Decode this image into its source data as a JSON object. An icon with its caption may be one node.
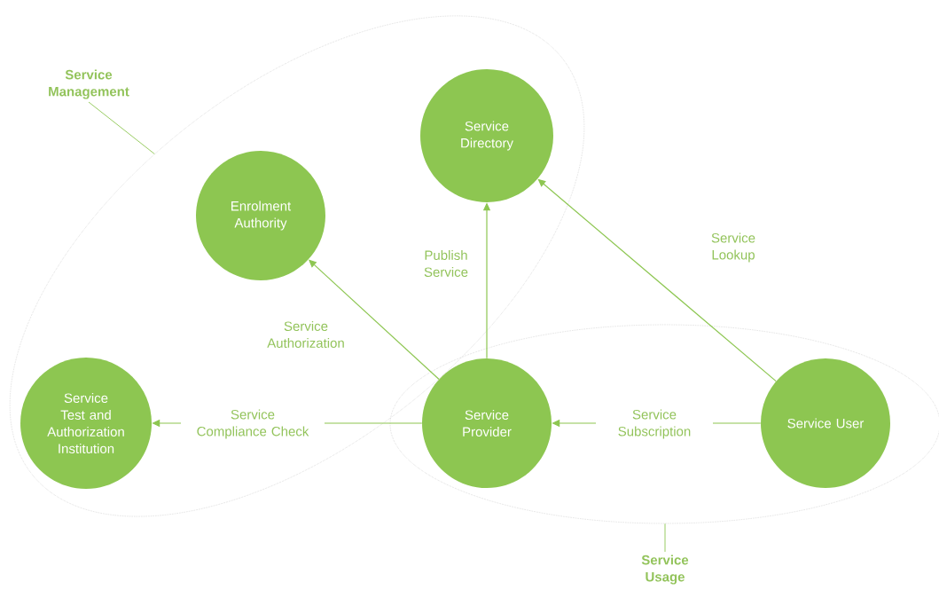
{
  "diagram": {
    "nodes": [
      {
        "text": [
          "Service Management"
        ]
      },
      {
        "text": [],
        "shape": "ellipse"
      },
      {
        "text": [
          "Service Directory"
        ],
        "in": 1
      },
      {
        "text": [
          "Enrolment Authority"
        ],
        "in": 1
      },
      {
        "text": [
          "Service Test and Authorization Institution"
        ],
        "in": 1
      },
      {
        "text": [
          "Service Provider"
        ],
        "in": 7
      },
      {
        "text": [
          "Service User"
        ],
        "in": 7
      },
      {
        "text": [],
        "shape": "ellipse"
      },
      {
        "text": [
          "Service Usage"
        ]
      }
    ],
    "edges": [
      {
        "from": 0,
        "to": 1,
        "arrow": "none"
      },
      {
        "from": 5,
        "to": 2,
        "arrow": "to",
        "label": "Publish Service"
      },
      {
        "from": 5,
        "to": 3,
        "arrow": "to",
        "label": "Service Authorization"
      },
      {
        "from": 5,
        "to": 4,
        "arrow": "to",
        "label": "Service Compliance Check"
      },
      {
        "from": 6,
        "to": 5,
        "arrow": "to",
        "label": "Service Subscription"
      },
      {
        "from": 6,
        "to": 2,
        "arrow": "to",
        "label": "Service Lookup"
      },
      {
        "from": 8,
        "to": 7,
        "arrow": "none"
      }
    ]
  }
}
